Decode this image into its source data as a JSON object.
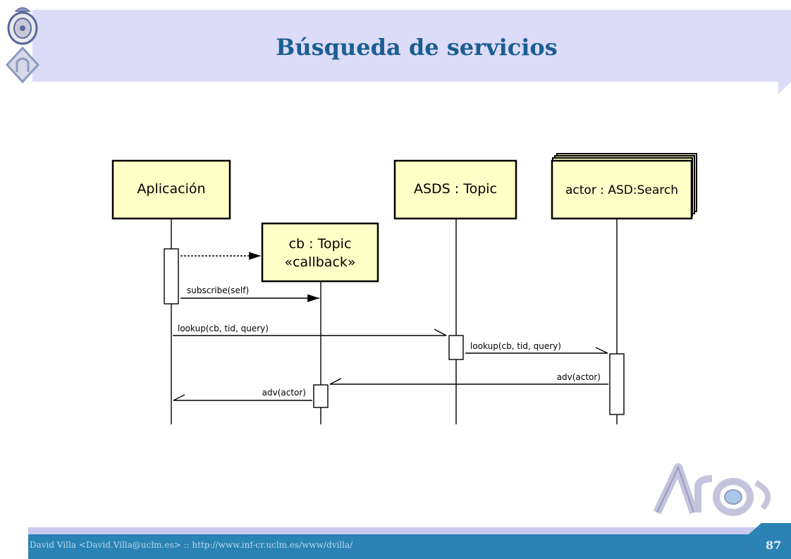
{
  "header": {
    "title": "Búsqueda de servicios"
  },
  "diagram": {
    "objects": [
      {
        "id": "app",
        "label": "Aplicación"
      },
      {
        "id": "cb",
        "label_line1": "cb : Topic",
        "label_line2": "«callback»"
      },
      {
        "id": "asds",
        "label": "ASDS : Topic"
      },
      {
        "id": "actor",
        "label": "actor : ASD:Search"
      }
    ],
    "messages": [
      {
        "label": "subscribe(self)"
      },
      {
        "label": "lookup(cb, tid, query)"
      },
      {
        "label": "lookup(cb, tid, query)"
      },
      {
        "label": "adv(actor)"
      },
      {
        "label": "adv(actor)"
      }
    ]
  },
  "footer": {
    "author": "David Villa <David.Villa@uclm.es> :: http://www.inf-cr.uclm.es/www/dvilla/",
    "page": "87"
  },
  "colors": {
    "accent": "#1b5e92",
    "header_bg": "#dcdcf8",
    "footer_bg": "#2a82b5",
    "box_fill": "#ffffc8"
  },
  "icons": [
    "university-crest-icon",
    "castle-logo-icon",
    "arco-logo-icon"
  ]
}
